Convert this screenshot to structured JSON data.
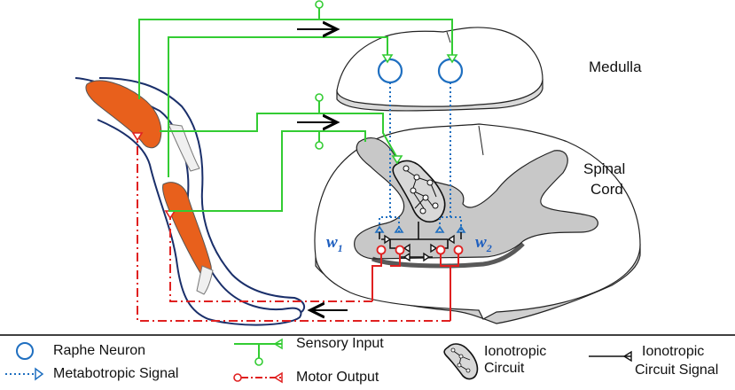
{
  "labels": {
    "medulla": "Medulla",
    "spinal_cord_line1": "Spinal",
    "spinal_cord_line2": "Cord",
    "w1": "w",
    "w1_sub": "1",
    "w2": "w",
    "w2_sub": "2"
  },
  "legend": {
    "raphe_neuron": "Raphe Neuron",
    "metabotropic_signal": "Metabotropic Signal",
    "sensory_input": "Sensory Input",
    "motor_output": "Motor Output",
    "ionotropic_circuit_line1": "Ionotropic",
    "ionotropic_circuit_line2": "Circuit",
    "ionotropic_signal_line1": "Ionotropic",
    "ionotropic_signal_line2": "Circuit Signal"
  },
  "colors": {
    "sensory": "#33cc33",
    "motor": "#e02020",
    "raphe": "#1f6fc0",
    "muscle": "#e8601c",
    "gray_matter": "#c8c8c8",
    "leg_outline": "#1a2f6a"
  }
}
